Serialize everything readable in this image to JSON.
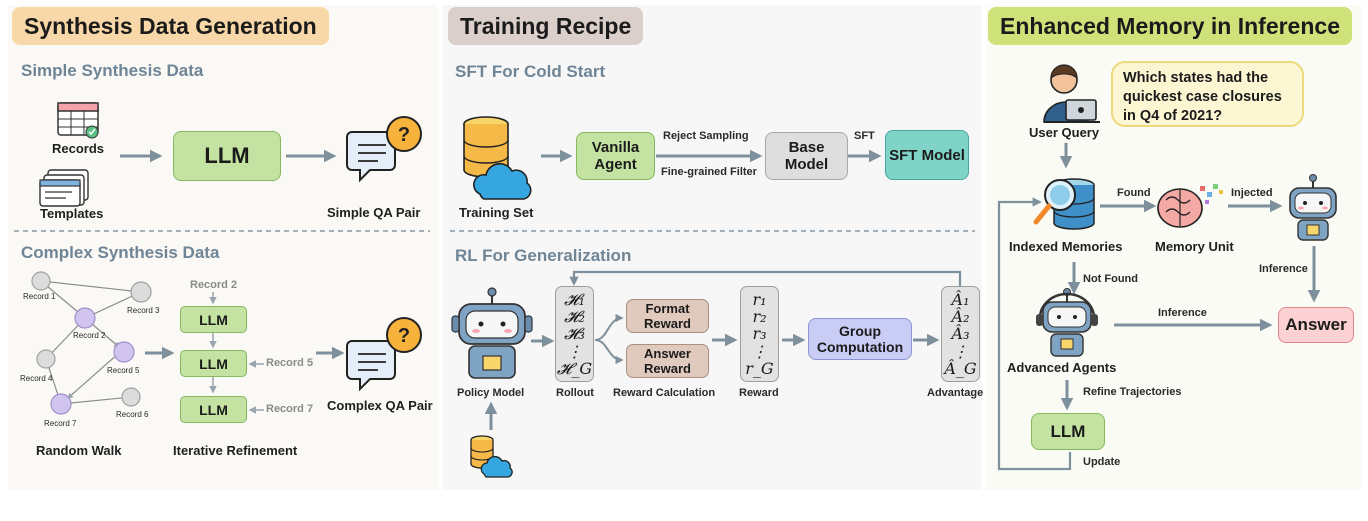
{
  "colors": {
    "arrow": "#7e909c",
    "green": "#c4e3a2",
    "teal": "#80d3c7",
    "grey": "#dedede",
    "brown": "#dfcabd",
    "blue": "#c9cdf5",
    "pink": "#fbd1d3",
    "node_grey": "#dcdcdc",
    "node_purple": "#d1c4ee"
  },
  "synthesis": {
    "header": "Synthesis Data Generation",
    "simple_title": "Simple Synthesis Data",
    "records_label": "Records",
    "templates_label": "Templates",
    "llm_label": "LLM",
    "simple_qa_label": "Simple QA Pair",
    "complex_title": "Complex Synthesis Data",
    "graph_nodes": [
      "Record 1",
      "Record 2",
      "Record 3",
      "Record 4",
      "Record 5",
      "Record 6",
      "Record 7"
    ],
    "random_walk_label": "Random Walk",
    "iter_record_in": [
      "Record 2",
      "Record 5",
      "Record 7"
    ],
    "iter_llm_label": "LLM",
    "iterative_label": "Iterative Refinement",
    "complex_qa_label": "Complex QA Pair"
  },
  "training": {
    "header": "Training Recipe",
    "sft_title": "SFT For Cold Start",
    "training_set_label": "Training Set",
    "vanilla_agent": "Vanilla Agent",
    "reject_sampling": "Reject Sampling",
    "fine_grained": "Fine-grained Filter",
    "base_model": "Base Model",
    "sft_label": "SFT",
    "sft_model": "SFT Model",
    "rl_title": "RL For Generalization",
    "policy_model_label": "Policy Model",
    "rollout_items": [
      "𝓗₁",
      "𝓗₂",
      "𝓗₃",
      "⋮",
      "𝓗_G"
    ],
    "rollout_label": "Rollout",
    "format_reward": "Format Reward",
    "answer_reward": "Answer Reward",
    "reward_calc_label": "Reward Calculation",
    "reward_items": [
      "r₁",
      "r₂",
      "r₃",
      "⋮",
      "r_G"
    ],
    "reward_label": "Reward",
    "group_computation": "Group Computation",
    "advantage_items": [
      "Â₁",
      "Â₂",
      "Â₃",
      "⋮",
      "Â_G"
    ],
    "advantage_label": "Advantage"
  },
  "inference": {
    "header": "Enhanced Memory in Inference",
    "query_text": "Which states had the quickest case closures in Q4 of 2021?",
    "user_query_label": "User Query",
    "indexed_label": "Indexed Memories",
    "found_label": "Found",
    "memory_unit_label": "Memory Unit",
    "injected_label": "Injected",
    "not_found_label": "Not Found",
    "inference_label_1": "Inference",
    "inference_label_2": "Inference",
    "advanced_agents_label": "Advanced Agents",
    "answer_label": "Answer",
    "refine_label": "Refine Trajectories",
    "llm_label": "LLM",
    "update_label": "Update"
  }
}
